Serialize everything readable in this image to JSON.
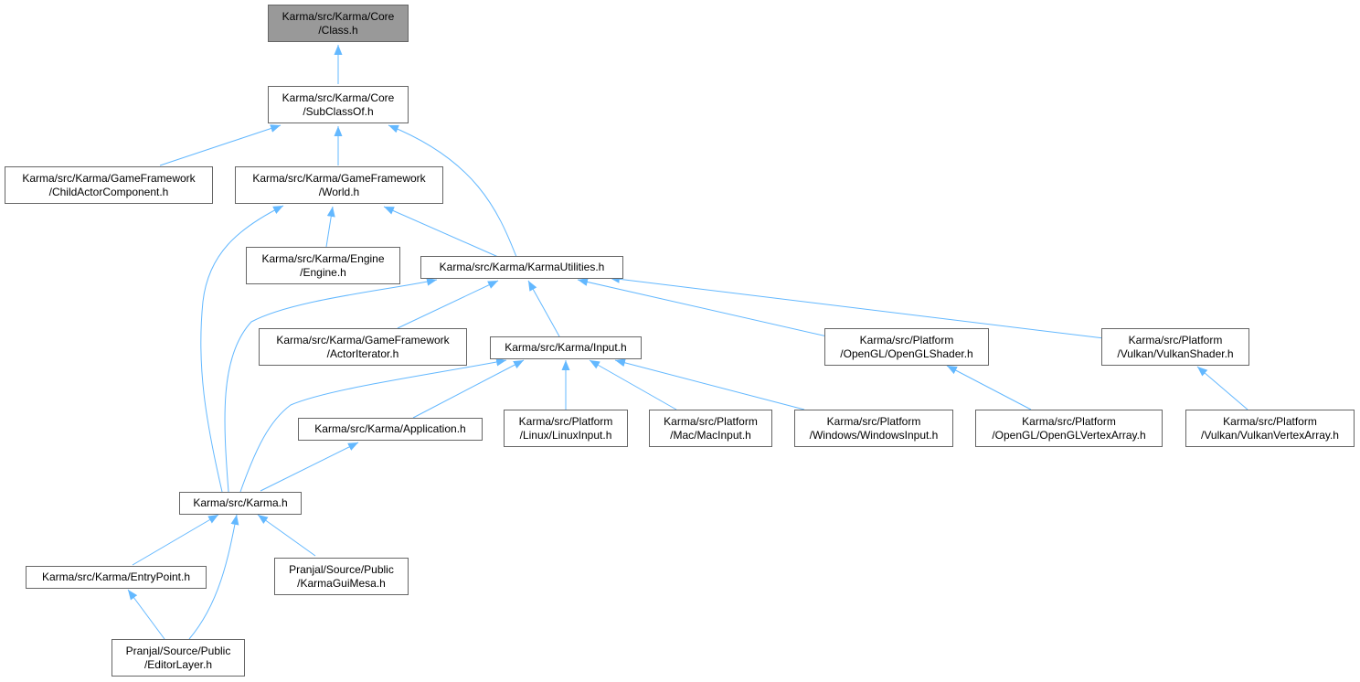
{
  "colors": {
    "edge": "#63b8ff",
    "node_border": "#666666",
    "focus_fill": "#999999",
    "node_fill": "#ffffff"
  },
  "nodes": {
    "core_class": {
      "line1": "Karma/src/Karma/Core",
      "line2": "/Class.h"
    },
    "core_subclassof": {
      "line1": "Karma/src/Karma/Core",
      "line2": "/SubClassOf.h"
    },
    "gf_childactor": {
      "line1": "Karma/src/Karma/GameFramework",
      "line2": "/ChildActorComponent.h"
    },
    "gf_world": {
      "line1": "Karma/src/Karma/GameFramework",
      "line2": "/World.h"
    },
    "engine": {
      "line1": "Karma/src/Karma/Engine",
      "line2": "/Engine.h"
    },
    "karma_utilities": {
      "line1": "Karma/src/Karma/KarmaUtilities.h"
    },
    "gf_actoriterator": {
      "line1": "Karma/src/Karma/GameFramework",
      "line2": "/ActorIterator.h"
    },
    "input": {
      "line1": "Karma/src/Karma/Input.h"
    },
    "opengl_shader": {
      "line1": "Karma/src/Platform",
      "line2": "/OpenGL/OpenGLShader.h"
    },
    "vulkan_shader": {
      "line1": "Karma/src/Platform",
      "line2": "/Vulkan/VulkanShader.h"
    },
    "application": {
      "line1": "Karma/src/Karma/Application.h"
    },
    "linux_input": {
      "line1": "Karma/src/Platform",
      "line2": "/Linux/LinuxInput.h"
    },
    "mac_input": {
      "line1": "Karma/src/Platform",
      "line2": "/Mac/MacInput.h"
    },
    "windows_input": {
      "line1": "Karma/src/Platform",
      "line2": "/Windows/WindowsInput.h"
    },
    "opengl_vertexarray": {
      "line1": "Karma/src/Platform",
      "line2": "/OpenGL/OpenGLVertexArray.h"
    },
    "vulkan_vertexarray": {
      "line1": "Karma/src/Platform",
      "line2": "/Vulkan/VulkanVertexArray.h"
    },
    "karma_h": {
      "line1": "Karma/src/Karma.h"
    },
    "entrypoint": {
      "line1": "Karma/src/Karma/EntryPoint.h"
    },
    "karmaguimesa": {
      "line1": "Pranjal/Source/Public",
      "line2": "/KarmaGuiMesa.h"
    },
    "editorlayer": {
      "line1": "Pranjal/Source/Public",
      "line2": "/EditorLayer.h"
    }
  }
}
